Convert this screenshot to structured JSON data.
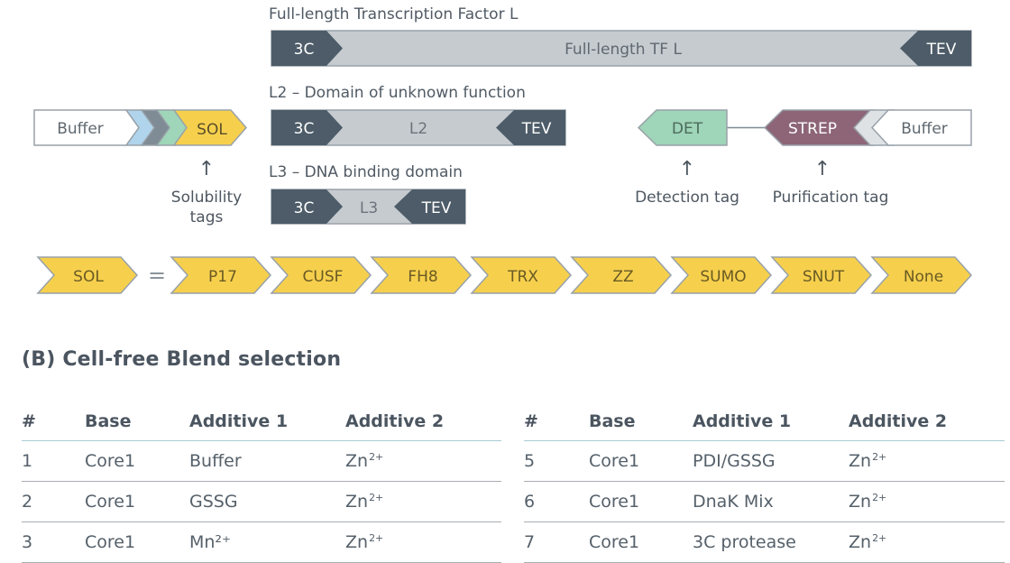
{
  "colors": {
    "dark_slate": "#4d5c68",
    "light_gray": "#c6cbd0",
    "gold": "#f6d04d",
    "green": "#9fd5b8",
    "plum": "#8d6577",
    "light_blue": "#b0d4ec",
    "table_header_rule": "#a8ccd4",
    "text": "#4d5660"
  },
  "constructs": {
    "full_length": {
      "title": "Full-length Transcription Factor L",
      "n_tag": "3C",
      "body": "Full-length TF L",
      "c_tag": "TEV"
    },
    "l2": {
      "title": "L2 – Domain of unknown function",
      "n_tag": "3C",
      "body": "L2",
      "c_tag": "TEV"
    },
    "l3": {
      "title": "L3 – DNA binding domain",
      "n_tag": "3C",
      "body": "L3",
      "c_tag": "TEV"
    }
  },
  "left_cassette": {
    "buffer": "Buffer",
    "sol": "SOL",
    "arrow_glyph": "↑",
    "caption_line1": "Solubility",
    "caption_line2": "tags"
  },
  "right_cassette": {
    "det": "DET",
    "strep": "STREP",
    "buffer": "Buffer",
    "detection_caption": "Detection tag",
    "purification_caption": "Purification tag",
    "arrow_glyph": "↑"
  },
  "sol_row": {
    "sol_label": "SOL",
    "equals": "=",
    "options": [
      "P17",
      "CUSF",
      "FH8",
      "TRX",
      "ZZ",
      "SUMO",
      "SNUT",
      "None"
    ]
  },
  "blend_section": {
    "title": "(B) Cell-free Blend selection",
    "headers": [
      "#",
      "Base",
      "Additive 1",
      "Additive 2"
    ],
    "left_rows": [
      {
        "num": "1",
        "base": "Core1",
        "add1": "Buffer",
        "add2_base": "Zn",
        "add2_sup": "2+"
      },
      {
        "num": "2",
        "base": "Core1",
        "add1": "GSSG",
        "add2_base": "Zn",
        "add2_sup": "2+"
      },
      {
        "num": "3",
        "base": "Core1",
        "add1": "Mn²⁺",
        "add2_base": "Zn",
        "add2_sup": "2+"
      }
    ],
    "right_rows": [
      {
        "num": "5",
        "base": "Core1",
        "add1": "PDI/GSSG",
        "add2_base": "Zn",
        "add2_sup": "2+"
      },
      {
        "num": "6",
        "base": "Core1",
        "add1": "DnaK Mix",
        "add2_base": "Zn",
        "add2_sup": "2+"
      },
      {
        "num": "7",
        "base": "Core1",
        "add1": "3C protease",
        "add2_base": "Zn",
        "add2_sup": "2+"
      }
    ]
  }
}
